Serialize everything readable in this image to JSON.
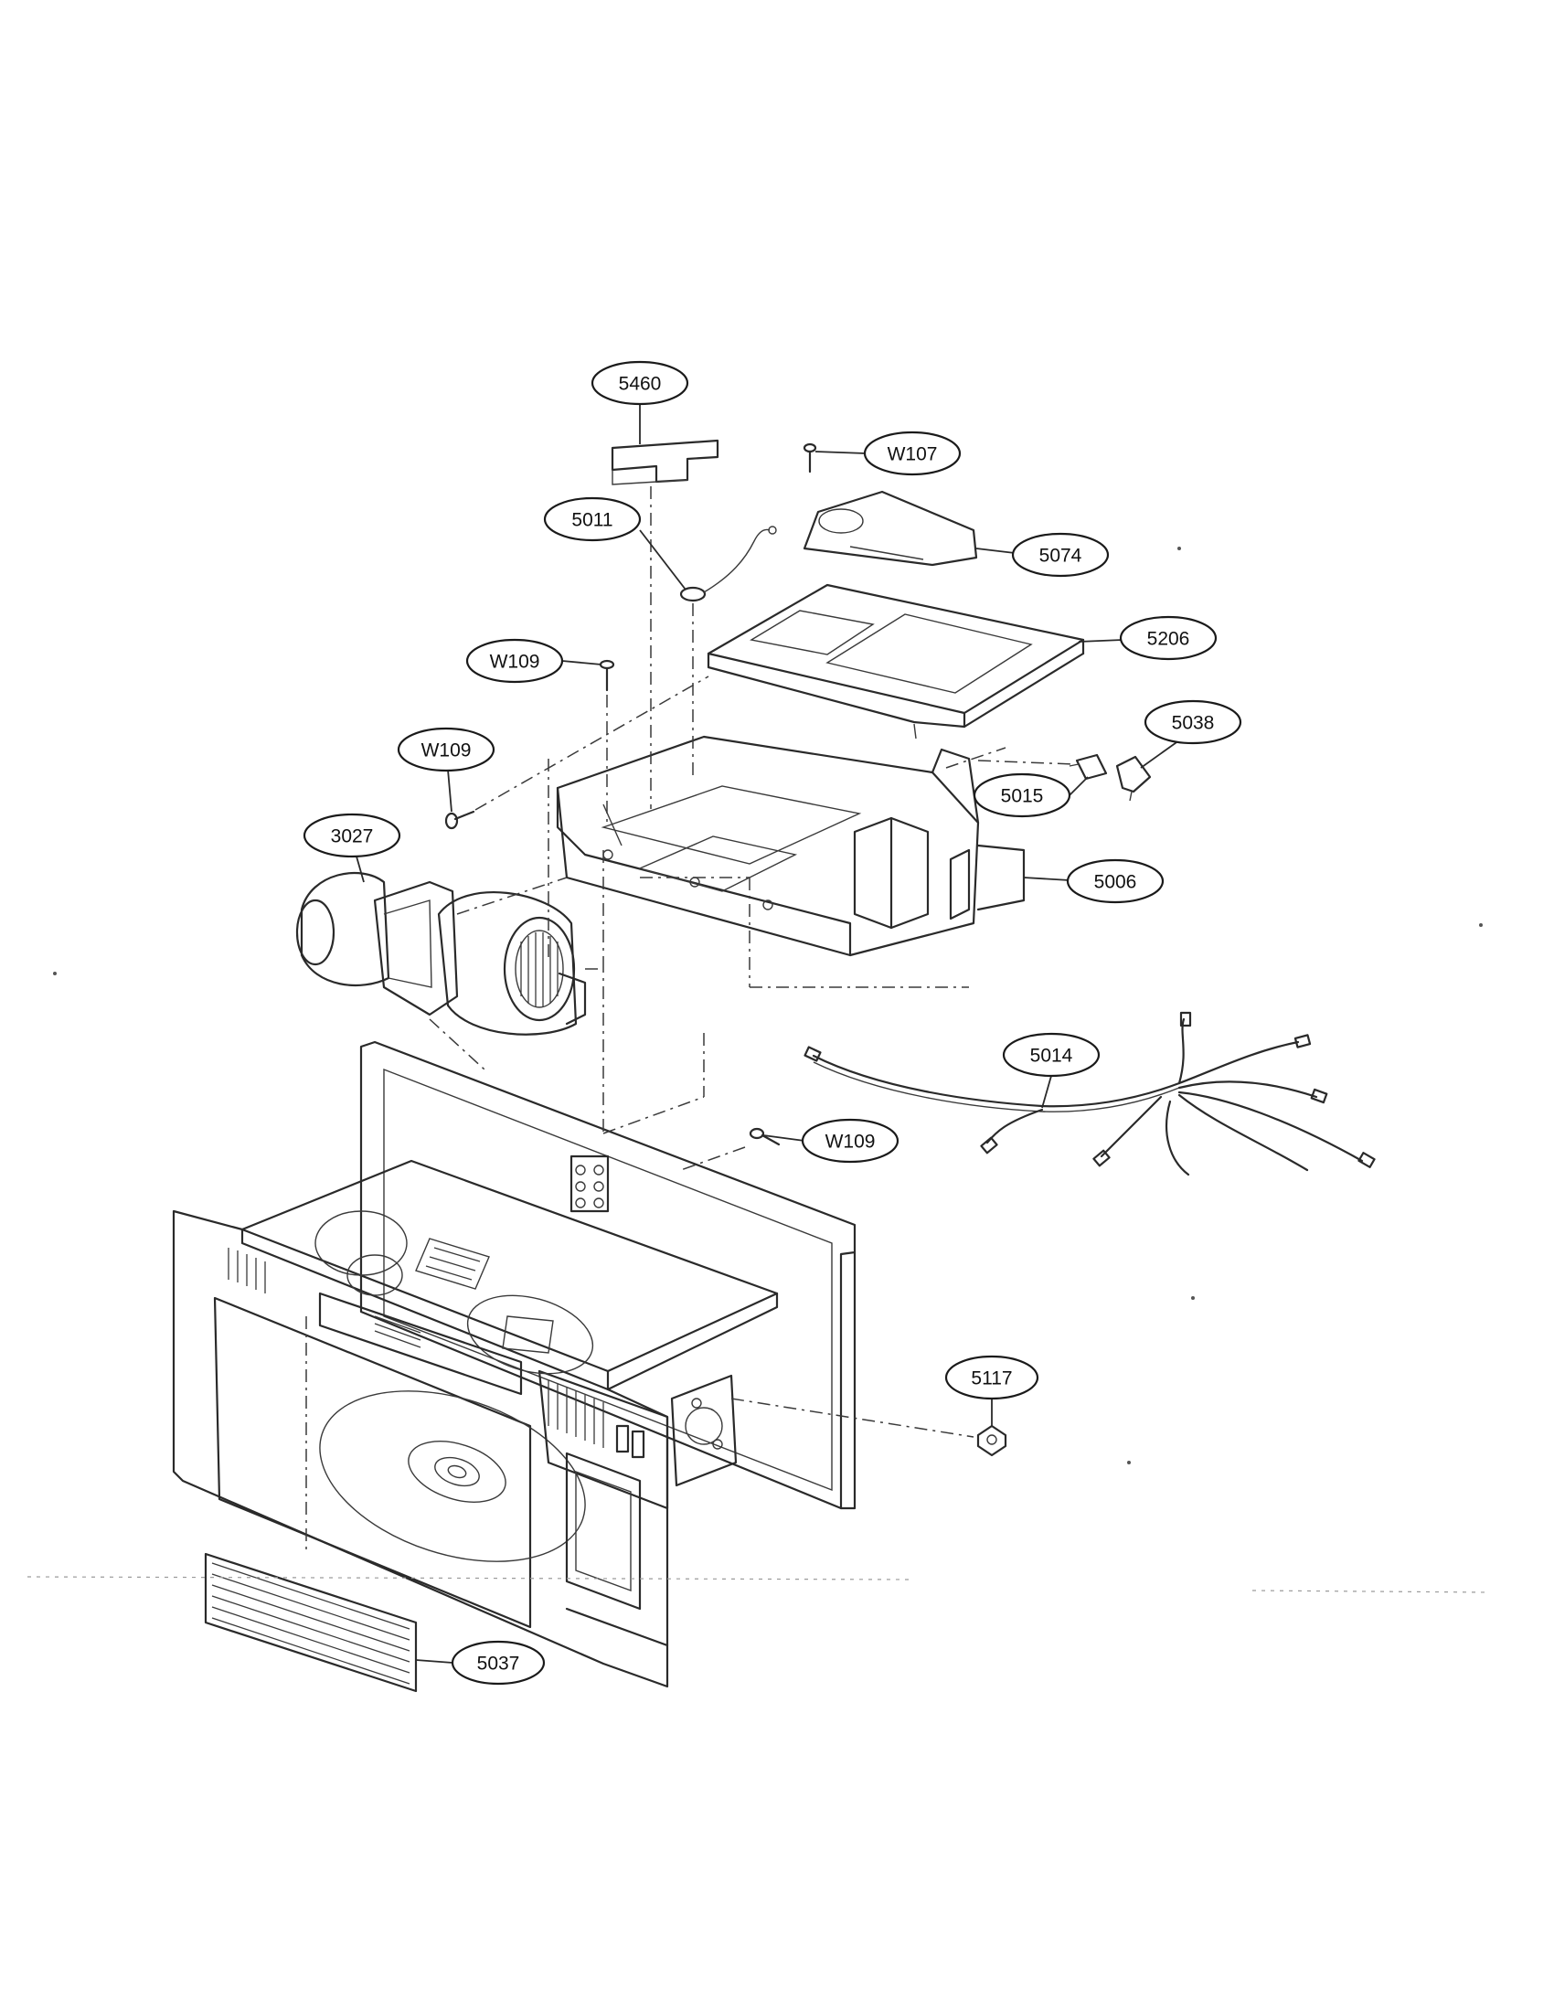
{
  "callouts": [
    {
      "id": "c5460",
      "label": "5460"
    },
    {
      "id": "cW107",
      "label": "W107"
    },
    {
      "id": "c5011",
      "label": "5011"
    },
    {
      "id": "c5074",
      "label": "5074"
    },
    {
      "id": "c5206",
      "label": "5206"
    },
    {
      "id": "cW109a",
      "label": "W109"
    },
    {
      "id": "cW109b",
      "label": "W109"
    },
    {
      "id": "c5038",
      "label": "5038"
    },
    {
      "id": "c5015",
      "label": "5015"
    },
    {
      "id": "c3027",
      "label": "3027"
    },
    {
      "id": "c5006",
      "label": "5006"
    },
    {
      "id": "c5014",
      "label": "5014"
    },
    {
      "id": "cW109c",
      "label": "W109"
    },
    {
      "id": "c5117",
      "label": "5117"
    },
    {
      "id": "c5037",
      "label": "5037"
    }
  ]
}
